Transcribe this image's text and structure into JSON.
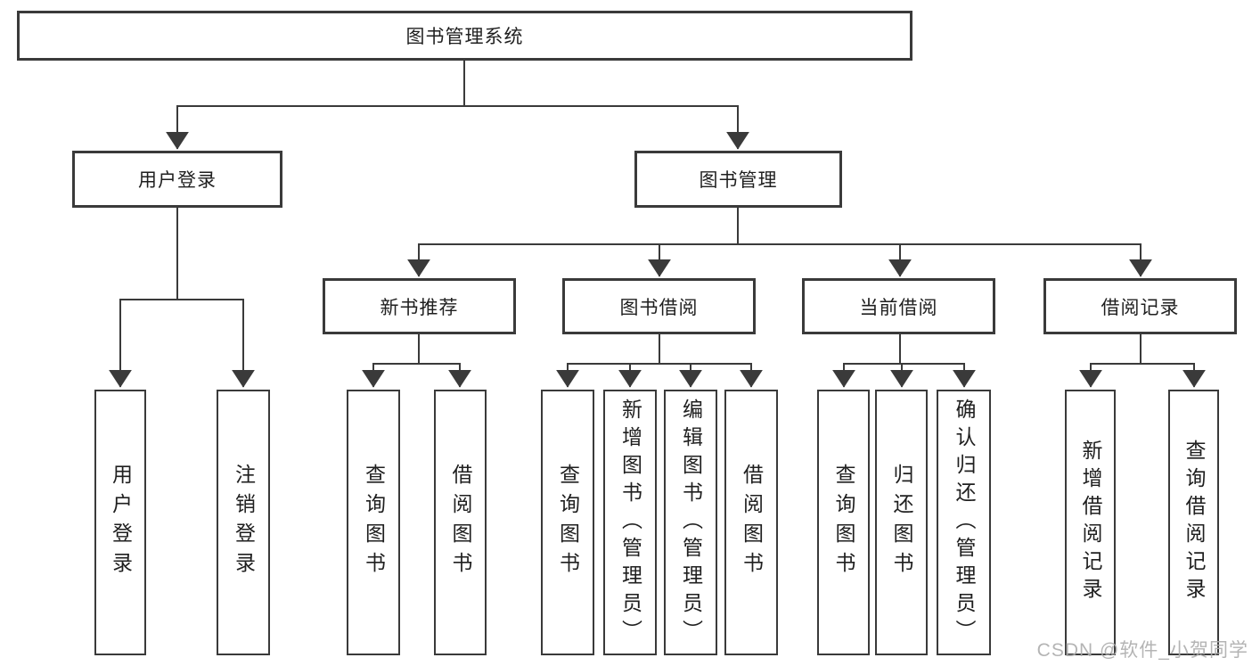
{
  "diagram": {
    "root": {
      "label": "图书管理系统"
    },
    "branches": [
      {
        "label": "用户登录",
        "children": [
          {
            "label": "用户登录"
          },
          {
            "label": "注销登录"
          }
        ]
      },
      {
        "label": "图书管理",
        "children": [
          {
            "label": "新书推荐",
            "children": [
              {
                "label": "查询图书"
              },
              {
                "label": "借阅图书"
              }
            ]
          },
          {
            "label": "图书借阅",
            "children": [
              {
                "label": "查询图书"
              },
              {
                "label": "新增图书（管理员）"
              },
              {
                "label": "编辑图书（管理员）"
              },
              {
                "label": "借阅图书"
              }
            ]
          },
          {
            "label": "当前借阅",
            "children": [
              {
                "label": "查询图书"
              },
              {
                "label": "归还图书"
              },
              {
                "label": "确认归还（管理员）"
              }
            ]
          },
          {
            "label": "借阅记录",
            "children": [
              {
                "label": "新增借阅记录"
              },
              {
                "label": "查询借阅记录"
              }
            ]
          }
        ]
      }
    ]
  },
  "watermark": {
    "text": "CSDN @软件_小贺同学"
  },
  "colors": {
    "line": "#3a3a3a",
    "box_border": "#3a3a3a",
    "text": "#1f1f1f",
    "watermark": "#acacac",
    "background": "#ffffff"
  }
}
